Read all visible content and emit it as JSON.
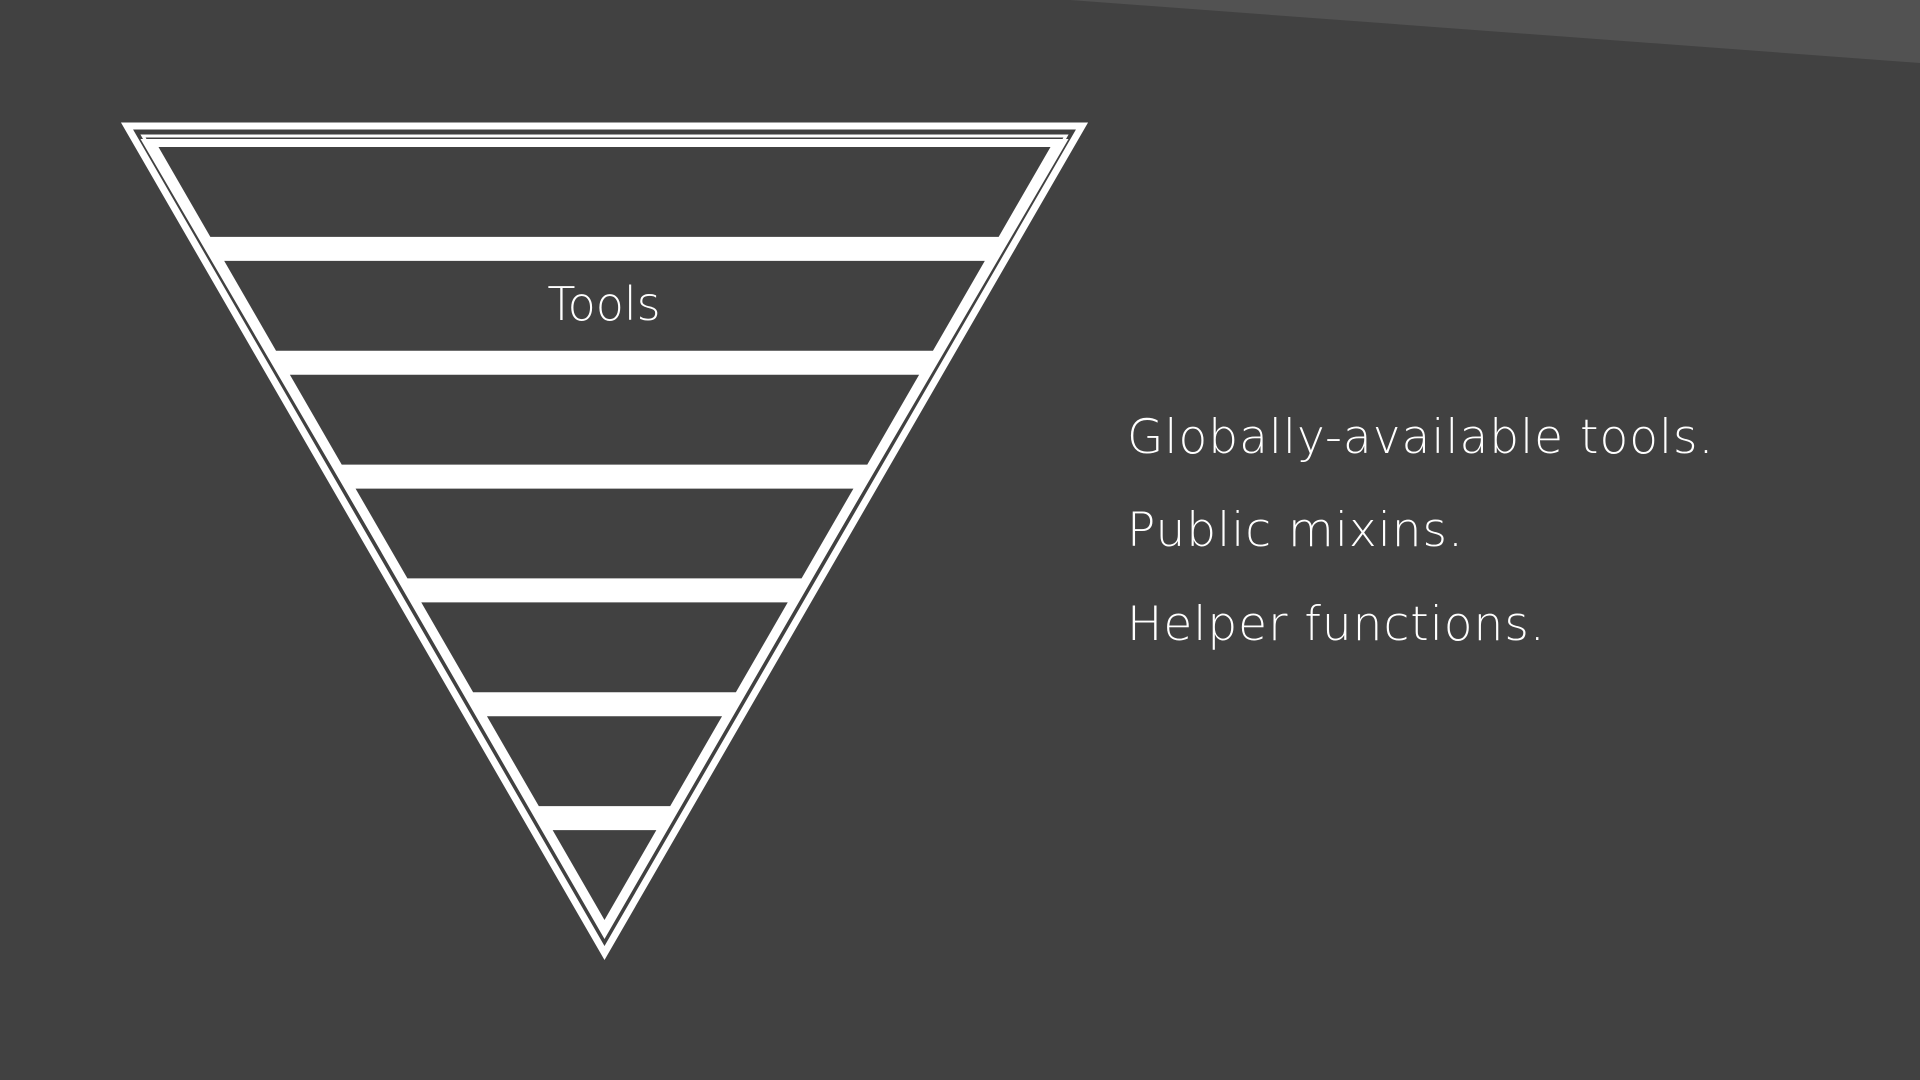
{
  "colors": {
    "background": "#414141",
    "corner_accent": "#525252",
    "foreground": "#ffffff"
  },
  "diagram": {
    "shape": "inverted triangle divided into 7 bands",
    "band_count": 7,
    "highlighted_band_index": 1,
    "highlighted_band_label": "Tools"
  },
  "description_lines": [
    "Globally-available tools.",
    "Public mixins.",
    "Helper functions."
  ]
}
